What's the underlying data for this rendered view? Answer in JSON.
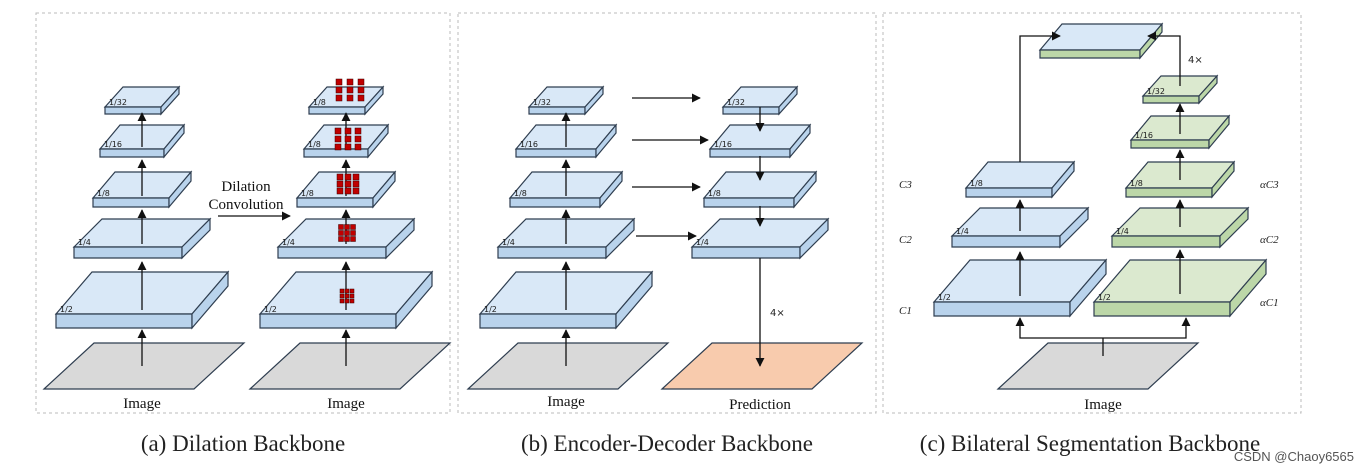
{
  "colors": {
    "blue_top": "#d9e8f7",
    "blue_side": "#b9d3ec",
    "green_top": "#dbe9cf",
    "green_side": "#bcd7a8",
    "gray_top": "#d9d9d9",
    "orange_top": "#f8cbad",
    "dilation_dot": "#c00000",
    "stroke": "#2f3e50"
  },
  "panel_a": {
    "caption": "(a) Dilation Backbone",
    "left_labels": [
      "1/32",
      "1/16",
      "1/8",
      "1/4",
      "1/2"
    ],
    "right_labels": [
      "1/8",
      "1/8",
      "1/8",
      "1/4",
      "1/2"
    ],
    "dilation_label_line1": "Dilation",
    "dilation_label_line2": "Convolution",
    "image_left": "Image",
    "image_right": "Image"
  },
  "panel_b": {
    "caption": "(b) Encoder-Decoder Backbone",
    "encoder_labels": [
      "1/32",
      "1/16",
      "1/8",
      "1/4",
      "1/2"
    ],
    "decoder_labels": [
      "1/32",
      "1/16",
      "1/8",
      "1/4"
    ],
    "upsample_label": "4×",
    "image_label": "Image",
    "prediction_label": "Prediction"
  },
  "panel_c": {
    "caption": "(c) Bilateral Segmentation Backbone",
    "detail_labels": [
      "1/8",
      "1/4",
      "1/2"
    ],
    "semantic_labels": [
      "1/32",
      "1/16",
      "1/8",
      "1/4",
      "1/2"
    ],
    "left_channels": [
      "C3",
      "C2",
      "C1"
    ],
    "right_channels": [
      "αC3",
      "αC2",
      "αC1"
    ],
    "upsample_label": "4×",
    "image_label": "Image"
  },
  "watermark": "CSDN @Chaoy6565"
}
